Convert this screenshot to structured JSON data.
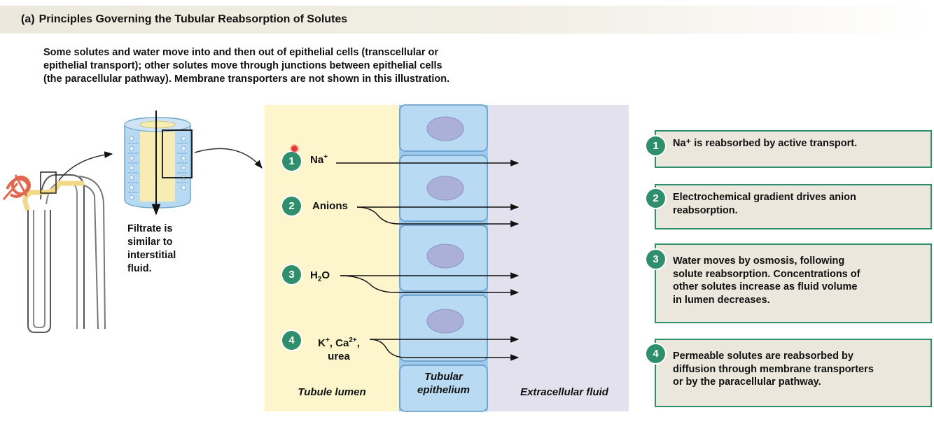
{
  "header": {
    "tag": "(a)",
    "title": "Principles Governing the Tubular Reabsorption of Solutes"
  },
  "intro": {
    "lines": [
      "Some solutes and water move into and then out of epithelial cells (transcellular or",
      "epithelial transport); other solutes move through junctions between epithelial cells",
      "(the paracellular pathway). Membrane transporters are not shown in this illustration."
    ]
  },
  "filtrate_note": {
    "lines": [
      "Filtrate is",
      "similar to",
      "interstitial",
      "fluid."
    ]
  },
  "regions": {
    "lumen": "Tubule lumen",
    "epithelium_line1": "Tubular",
    "epithelium_line2": "epithelium",
    "ecf": "Extracellular fluid"
  },
  "steps": [
    {
      "number": "1",
      "solute": "Na",
      "solute_sup": "+"
    },
    {
      "number": "2",
      "solute": "Anions"
    },
    {
      "number": "3",
      "solute": "H",
      "solute_sub": "2",
      "solute_tail": "O"
    },
    {
      "number": "4",
      "solute_line1_a": "K",
      "solute_line1_a_sup": "+",
      "solute_line1_b": ", Ca",
      "solute_line1_b_sup": "2+",
      "solute_line1_c": ",",
      "solute_line2": "urea"
    }
  ],
  "explanations": [
    {
      "number": "1",
      "lines": [
        "Na⁺ is reabsorbed by active transport."
      ]
    },
    {
      "number": "2",
      "lines": [
        "Electrochemical gradient drives anion",
        "reabsorption."
      ]
    },
    {
      "number": "3",
      "lines": [
        "Water moves by osmosis, following",
        "solute reabsorption. Concentrations of",
        "other solutes increase as fluid volume",
        "in lumen decreases."
      ]
    },
    {
      "number": "4",
      "lines": [
        "Permeable solutes are reabsorbed by",
        "diffusion through membrane transporters",
        "or by the paracellular pathway."
      ]
    }
  ],
  "colors": {
    "step_green": "#2f8f6c",
    "lumen_yellow": "#fdf6cc",
    "epithelium_blue": "#9fc9ea",
    "ecf_lavender": "#e4e1ef",
    "nucleus": "#a9aed6",
    "box_fill": "#ebe7dc"
  }
}
